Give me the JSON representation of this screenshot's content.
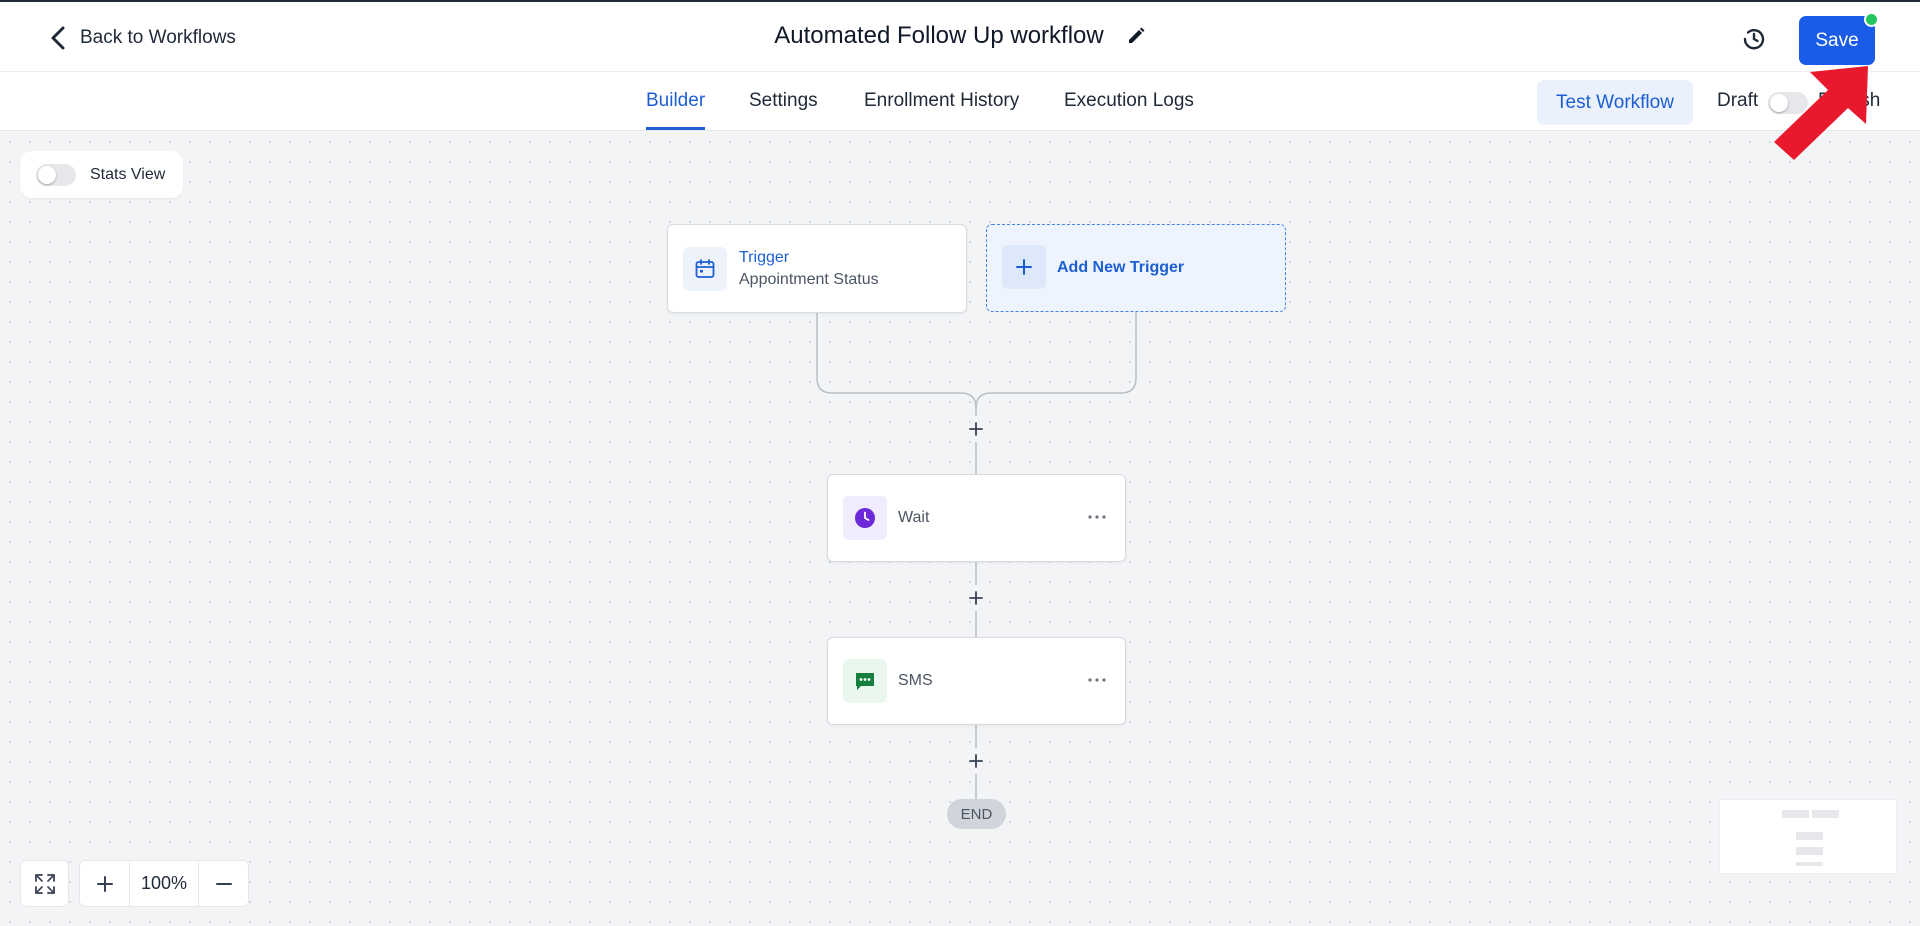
{
  "header": {
    "back_label": "Back to Workflows",
    "title": "Automated Follow Up workflow",
    "save_label": "Save"
  },
  "tabs": [
    {
      "label": "Builder",
      "active": true
    },
    {
      "label": "Settings",
      "active": false
    },
    {
      "label": "Enrollment History",
      "active": false
    },
    {
      "label": "Execution Logs",
      "active": false
    }
  ],
  "actions": {
    "test_label": "Test Workflow",
    "draft_label": "Draft",
    "publish_label": "Publish"
  },
  "canvas": {
    "stats_label": "Stats View",
    "trigger": {
      "label": "Trigger",
      "subtitle": "Appointment Status"
    },
    "add_trigger_label": "Add New Trigger",
    "steps": [
      {
        "label": "Wait",
        "icon": "clock-icon"
      },
      {
        "label": "SMS",
        "icon": "chat-bubble-icon"
      }
    ],
    "end_label": "END"
  },
  "zoom": {
    "level": "100%"
  },
  "colors": {
    "primary": "#1a5ce8",
    "accent_blue": "#1d5fd1",
    "wait_purple": "#6d28d9",
    "sms_green": "#15803d",
    "status_green": "#22c55e",
    "annotation_red": "#e8192c"
  }
}
